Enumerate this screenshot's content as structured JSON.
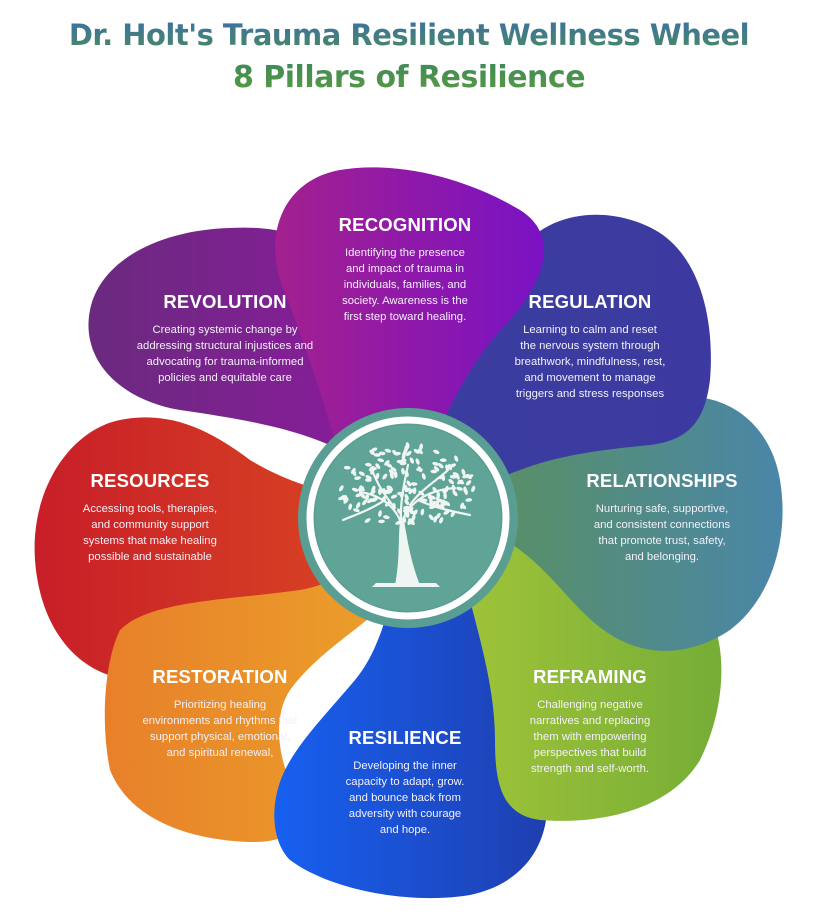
{
  "header": {
    "title": "Dr. Holt's Trauma Resilient Wellness Wheel",
    "subtitle": "8 Pillars of Resilience"
  },
  "center": {
    "icon": "tree-icon",
    "fill_color": "#5fa496",
    "ring_color": "#ffffff"
  },
  "pillars": [
    {
      "name": "RECOGNITION",
      "color_start": "#a3208e",
      "color_end": "#7a12c4",
      "lines": [
        "Identifying the presence",
        "and impact of trauma in",
        "individuals, families, and",
        "society. Awareness is the",
        "first step toward healing."
      ]
    },
    {
      "name": "REGULATION",
      "color_start": "#3b3da0",
      "color_end": "#3c3aa0",
      "lines": [
        "Learning to calm and reset",
        "the nervous system through",
        "breathwork, mindfulness, rest,",
        "and movement to manage",
        "triggers and stress responses"
      ]
    },
    {
      "name": "RELATIONSHIPS",
      "color_start": "#5d9352",
      "color_end": "#4a86a8",
      "lines": [
        "Nurturing safe, supportive,",
        "and consistent connections",
        "that promote trust, safety,",
        "and belonging."
      ]
    },
    {
      "name": "REFRAMING",
      "color_start": "#a8c83a",
      "color_end": "#76ad36",
      "lines": [
        "Challenging negative",
        "narratives and replacing",
        "them with empowering",
        "perspectives that build",
        "strength and self-worth."
      ]
    },
    {
      "name": "RESILIENCE",
      "color_start": "#1760f0",
      "color_end": "#1f3fb0",
      "lines": [
        "Developing the inner",
        "capacity to adapt, grow.",
        "and bounce back from",
        "adversity with courage",
        "and hope."
      ]
    },
    {
      "name": "RESTORATION",
      "color_start": "#e8802a",
      "color_end": "#eba22a",
      "lines": [
        "Prioritizing healing",
        "environments and rhythms that",
        "support physical, emotional,",
        "and spiritual renewal,"
      ]
    },
    {
      "name": "RESOURCES",
      "color_start": "#c81e28",
      "color_end": "#da4a22",
      "lines": [
        "Accessing tools, therapies,",
        "and community support",
        "systems that make healing",
        "possible and sustainable"
      ]
    },
    {
      "name": "REVOLUTION",
      "color_start": "#6a2a7e",
      "color_end": "#8e1aa0",
      "lines": [
        "Creating systemic change by",
        "addressing structural injustices and",
        "advocating for trauma-informed",
        "policies and equitable care"
      ]
    }
  ]
}
